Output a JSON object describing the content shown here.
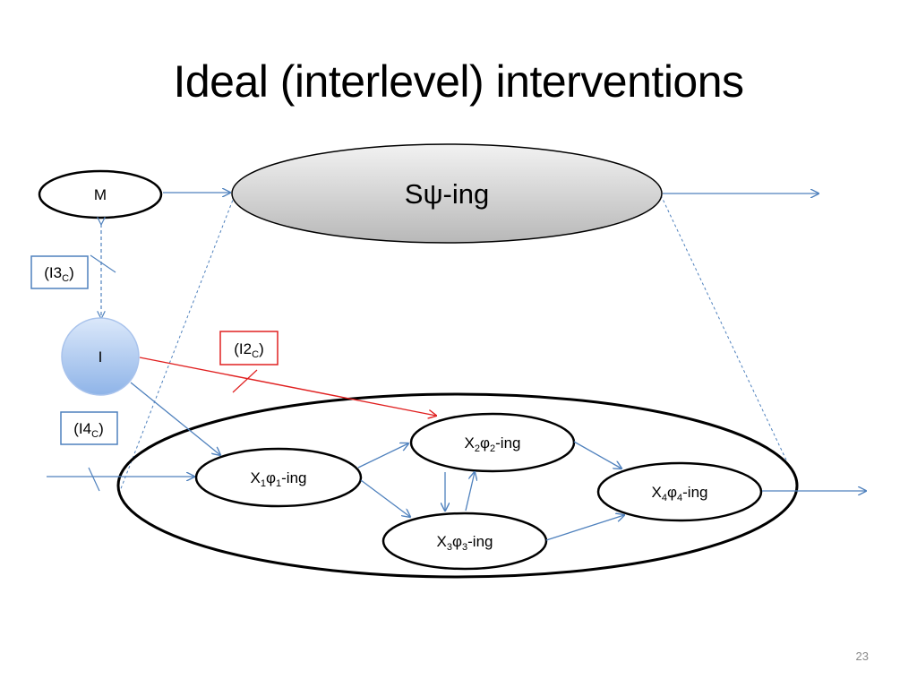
{
  "slide": {
    "title": "Ideal (interlevel) interventions",
    "number": "23"
  },
  "diagram": {
    "nodes": {
      "macro_process": {
        "main": "S",
        "greek": "ψ",
        "suffix": "-ing"
      },
      "m": {
        "label": "M"
      },
      "i": {
        "label": "I"
      },
      "x1": {
        "letter": "X",
        "sub": "1",
        "greek": "φ",
        "greek_sub": "1",
        "suffix": "-ing"
      },
      "x2": {
        "letter": "X",
        "sub": "2",
        "greek": "φ",
        "greek_sub": "2",
        "suffix": "-ing"
      },
      "x3": {
        "letter": "X",
        "sub": "3",
        "greek": "φ",
        "greek_sub": "3",
        "suffix": "-ing"
      },
      "x4": {
        "letter": "X",
        "sub": "4",
        "greek": "φ",
        "greek_sub": "4",
        "suffix": "-ing"
      }
    },
    "labels": {
      "i3c": {
        "open": "(I3",
        "sub": "C",
        "close": ")"
      },
      "i2c": {
        "open": "(I2",
        "sub": "C",
        "close": ")"
      },
      "i4c": {
        "open": "(I4",
        "sub": "C",
        "close": ")"
      }
    }
  },
  "colors": {
    "arrow_blue": "#4f81bd",
    "intervention_red": "#e02020",
    "node_stroke": "#000000",
    "i_node_fill_top": "#dbe8fa",
    "i_node_fill_bottom": "#8fb4e8",
    "macro_fill_top": "#f2f2f2",
    "macro_fill_bottom": "#b8b8b8"
  }
}
